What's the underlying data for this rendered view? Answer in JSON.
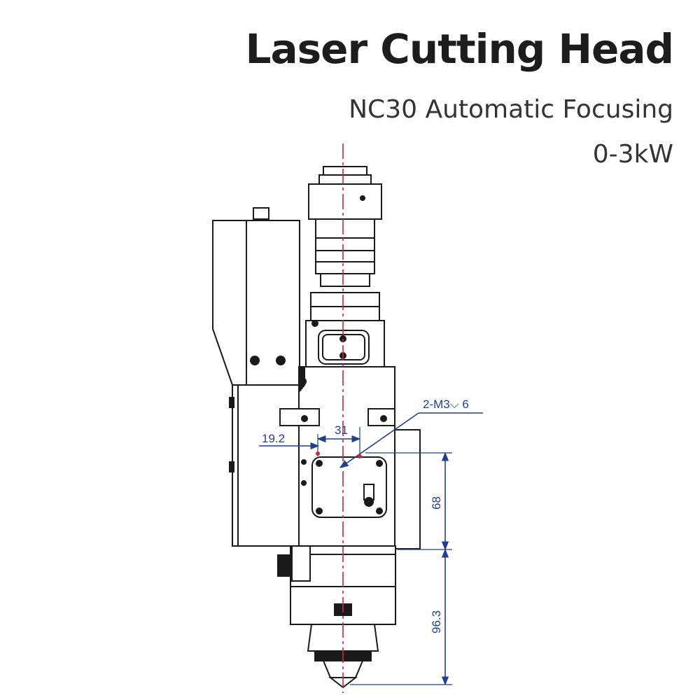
{
  "header": {
    "title": "Laser Cutting Head",
    "subtitle": "NC30 Automatic Focusing",
    "power": "0-3kW"
  },
  "dimensions": {
    "thread": "2-M3⌵ 6",
    "offset_a": "19.2",
    "offset_b": "31",
    "height_a": "68",
    "height_b": "96.3"
  },
  "colors": {
    "outline": "#1a1a1a",
    "dimension": "#1f3f8f",
    "centerline": "#c8283a",
    "fill": "#ffffff"
  }
}
